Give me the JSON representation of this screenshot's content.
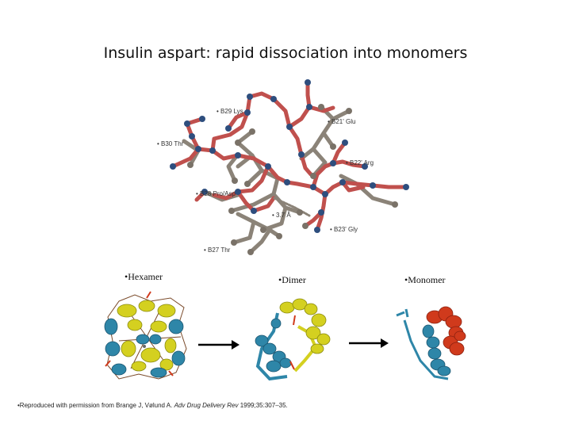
{
  "title": "Insulin aspart: rapid dissociation into monomers",
  "molecule_labels": {
    "b29": "• B29 Lys",
    "b21": "• B21' Glu",
    "b30": "• B30 Thr",
    "b22": "• B22' Arg",
    "b28": "• B28 Pro/Asp",
    "distance": "• 3.7 Å",
    "b23": "• B23' Gly",
    "b27": "• B27 Thr"
  },
  "stages": {
    "hexamer": "•Hexamer",
    "dimer": "•Dimer",
    "monomer": "•Monomer"
  },
  "credit": {
    "prefix": "•Reproduced with permission from Brange J, Vølund A. ",
    "journal": "Adv Drug Delivery Rev",
    "suffix": " 1999;35:307–35."
  },
  "colors": {
    "backbone": "#c0504d",
    "side_chain": "#8b8378",
    "atom_n": "#2e4e7e",
    "atom_c": "#7a7268",
    "helix_yellow": "#d4d020",
    "helix_blue": "#2e86a8",
    "helix_red": "#d03a1c"
  }
}
